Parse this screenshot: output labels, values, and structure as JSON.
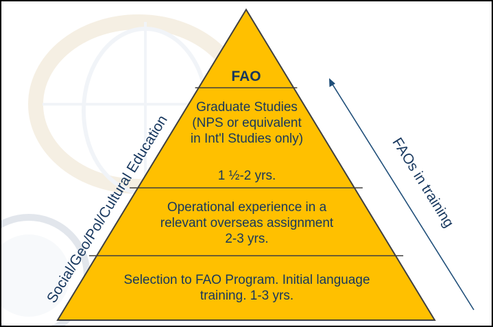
{
  "colors": {
    "pyramid_fill": "#ffc000",
    "pyramid_stroke": "#3f3f3f",
    "text": "#17375e",
    "arrow": "#1f4e79"
  },
  "pyramid": {
    "tiers": [
      {
        "title": "FAO"
      },
      {
        "lines": "Graduate Studies\n(NPS or equivalent\nin Int'l Studies only)",
        "duration": "1 ½-2 yrs."
      },
      {
        "lines": "Operational experience in a\nrelevant overseas assignment\n2-3 yrs."
      },
      {
        "lines": "Selection to FAO Program. Initial language\n         training. 1-3 yrs."
      }
    ]
  },
  "left_label": "Social/Geo/Pol/Cultural Education",
  "right_label": "FAOs in training"
}
